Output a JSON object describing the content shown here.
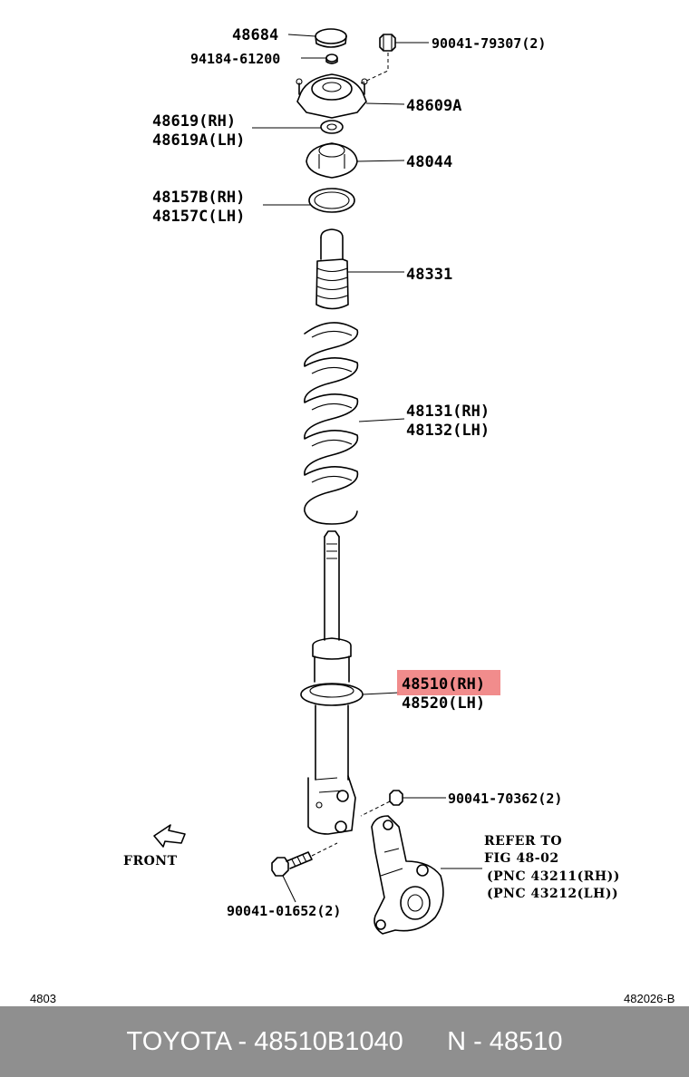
{
  "diagram": {
    "parts": {
      "p48684": "48684",
      "p94184": "94184-61200",
      "p90041_79307": "90041-79307(2)",
      "p48609A": "48609A",
      "p48619_rh": "48619(RH)",
      "p48619A_lh": "48619A(LH)",
      "p48044": "48044",
      "p48157B_rh": "48157B(RH)",
      "p48157C_lh": "48157C(LH)",
      "p48331": "48331",
      "p48131_rh": "48131(RH)",
      "p48132_lh": "48132(LH)",
      "p48510_rh": "48510(RH)",
      "p48520_lh": "48520(LH)",
      "p90041_70362": "90041-70362(2)",
      "p90041_01652": "90041-01652(2)"
    },
    "refer_note": {
      "line1": "REFER TO",
      "line2": "FIG 48-02",
      "line3": "(PNC 43211(RH))",
      "line4": "(PNC 43212(LH))"
    },
    "front_label": "FRONT",
    "highlight_color": "#f08080",
    "page_code_left": "4803",
    "page_code_right": "482026-B"
  },
  "footer": {
    "text": "TOYOTA - 48510B1040      N - 48510",
    "background": "#8f8f8f"
  }
}
